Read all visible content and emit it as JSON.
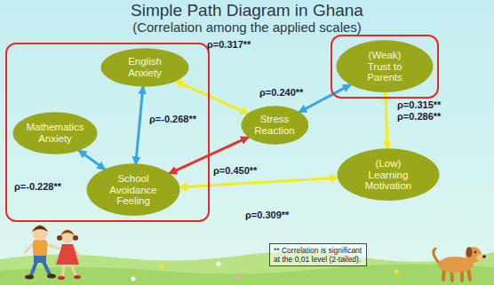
{
  "diagram": {
    "title": "Simple Path Diagram in Ghana",
    "nodes": [
      {
        "text": []
      },
      {
        "text": [
          "English Anxiety"
        ],
        "in": 0
      },
      {
        "text": [
          "Mathematics Anxiety"
        ],
        "in": 0
      },
      {
        "text": [
          "School Avoidance Feeling"
        ],
        "in": 0
      },
      {
        "text": []
      },
      {
        "text": [
          "(Weak) Trust to Parents"
        ],
        "in": 4
      },
      {
        "text": [
          "Stress Reaction"
        ]
      },
      {
        "text": [
          "(Low) Learning Motivation"
        ]
      }
    ],
    "edges": [
      {
        "from": 1,
        "to": 6,
        "label": "ρ=0.317**",
        "arrow": "both"
      },
      {
        "from": 6,
        "to": 5,
        "label": "ρ=0.240**",
        "arrow": "both"
      },
      {
        "from": 1,
        "to": 3,
        "label": "ρ=-0.268**",
        "arrow": "both"
      },
      {
        "from": 2,
        "to": 3,
        "label": "ρ=-0.228**",
        "arrow": "both"
      },
      {
        "from": 3,
        "to": 6,
        "label": "ρ=0.450**",
        "arrow": "both"
      },
      {
        "from": 3,
        "to": 7,
        "label": "ρ=0.309**",
        "arrow": "both"
      },
      {
        "from": 5,
        "to": 7,
        "label": "ρ=0.315** ρ=0.286**",
        "arrow": "both"
      }
    ],
    "labels": [
      "(Correlation among the applied scales)",
      "** Correlation is significant at the 0,01 level (2-tailed)."
    ]
  }
}
